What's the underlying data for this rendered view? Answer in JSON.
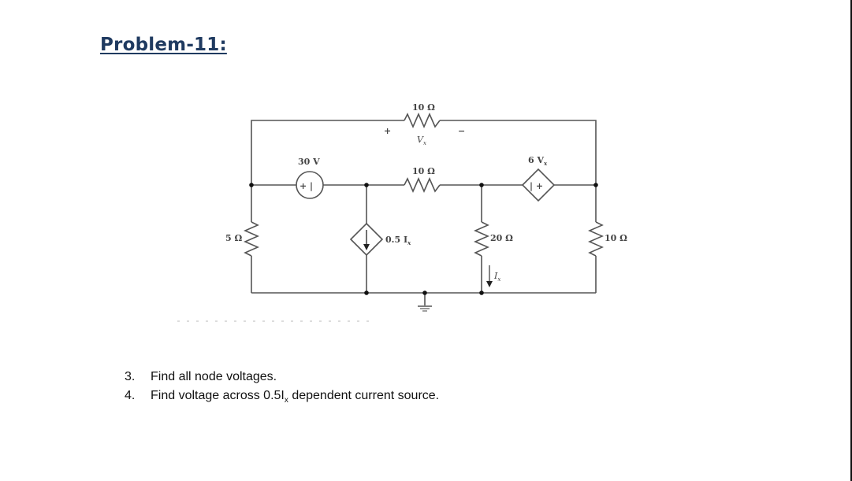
{
  "title": "Problem-11:",
  "circuit": {
    "top_resistor": {
      "label": "10 Ω",
      "voltage_label": "V",
      "voltage_sub": "x",
      "plus": "+",
      "minus": "−"
    },
    "mid_resistor": {
      "label": "10 Ω"
    },
    "voltage_source": {
      "label": "30 V",
      "polarity": "+ |"
    },
    "dependent_voltage_source": {
      "label_coef": "6 V",
      "label_sub": "x",
      "polarity": "| +"
    },
    "left_resistor": {
      "label": "5 Ω"
    },
    "dependent_current_source": {
      "label": "0.5 I",
      "label_sub": "x"
    },
    "center_resistor": {
      "label": "20 Ω"
    },
    "right_resistor": {
      "label": "10 Ω"
    },
    "current_label": {
      "label": "I",
      "label_sub": "x"
    }
  },
  "questions": [
    {
      "num": "3.",
      "text": "Find all node voltages."
    },
    {
      "num": "4.",
      "text_before": "Find voltage across 0.5I",
      "sub": "x",
      "text_after": " dependent current source."
    }
  ]
}
